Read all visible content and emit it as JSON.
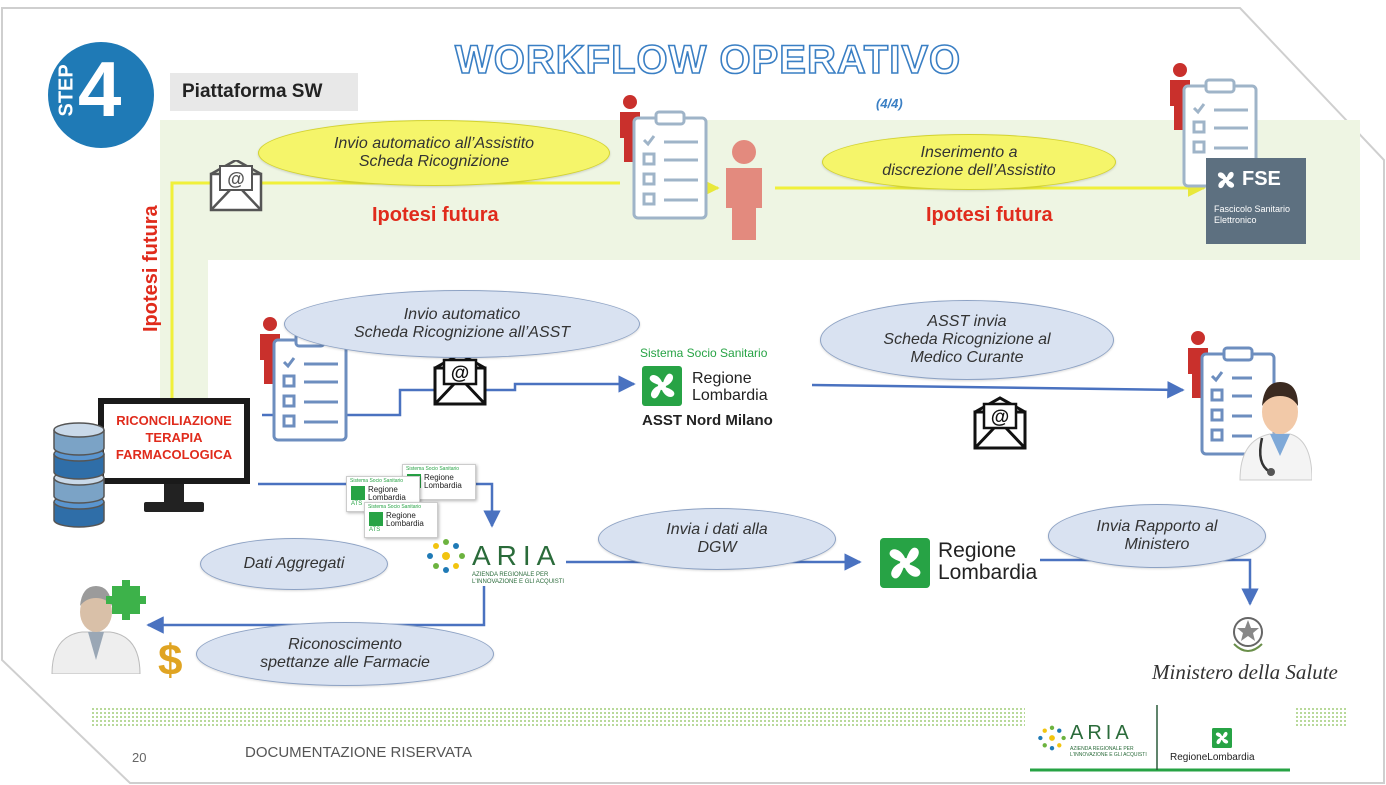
{
  "header": {
    "step_word": "STEP",
    "step_number": "4",
    "platform": "Piattaforma SW",
    "title": "WORKFLOW OPERATIVO",
    "subtitle": "(4/4)"
  },
  "ovals": {
    "invio_assistito": "Invio automatico all’Assistito\nScheda Ricognizione",
    "inserimento": "Inserimento a\ndiscrezione dell’Assistito",
    "invio_asst": "Invio automatico\nScheda Ricognizione all’ASST",
    "asst_invia": "ASST invia\nScheda Ricognizione al\nMedico Curante",
    "dati_aggregati": "Dati Aggregati",
    "invia_dgw": "Invia i dati alla\nDGW",
    "invia_rapporto": "Invia Rapporto al\nMinistero",
    "riconoscimento": "Riconoscimento\nspettanze alle Farmacie"
  },
  "labels": {
    "ipotesi_1": "Ipotesi futura",
    "ipotesi_2": "Ipotesi futura",
    "ipotesi_vertical": "Ipotesi futura",
    "rtf_line1": "RICONCILIAZIONE",
    "rtf_line2": "TERAPIA",
    "rtf_line3": "FARMACOLOGICA"
  },
  "fse": {
    "name": "FSE",
    "desc_line1": "Fascicolo Sanitario",
    "desc_line2": "Elettronico"
  },
  "asst": {
    "system": "Sistema Socio Sanitario",
    "line1": "Regione",
    "line2": "Lombardia",
    "unit": "ASST Nord Milano"
  },
  "mini_logos": {
    "system": "Sistema Socio Sanitario",
    "line1": "Regione",
    "line2": "Lombardia",
    "tag": "ATS"
  },
  "aria": {
    "name": "ARIA",
    "line1": "AZIENDA REGIONALE PER",
    "line2": "L'INNOVAZIONE E GLI ACQUISTI"
  },
  "regione_center": {
    "line1": "Regione",
    "line2": "Lombardia"
  },
  "ministero": "Ministero della Salute",
  "footer": {
    "page_number": "20",
    "text": "DOCUMENTAZIONE RISERVATA",
    "aria_name": "ARIA",
    "aria_line1": "AZIENDA REGIONALE PER",
    "aria_line2": "L'INNOVAZIONE E GLI ACQUISTI",
    "regione": "RegioneLombardia"
  },
  "icons": {
    "dollar": "$",
    "at": "@"
  },
  "colors": {
    "step_blue": "#1f7ab6",
    "title_outline": "#3a7fc4",
    "flow_yellow": "#f0f03a",
    "flow_blue": "#4a72c0",
    "ipotesi_red": "#e02b1c",
    "yellow_oval": "#f5f56a",
    "blue_oval": "#d9e2f1",
    "regione_green": "#27a345",
    "band_green": "#eef5e3"
  }
}
